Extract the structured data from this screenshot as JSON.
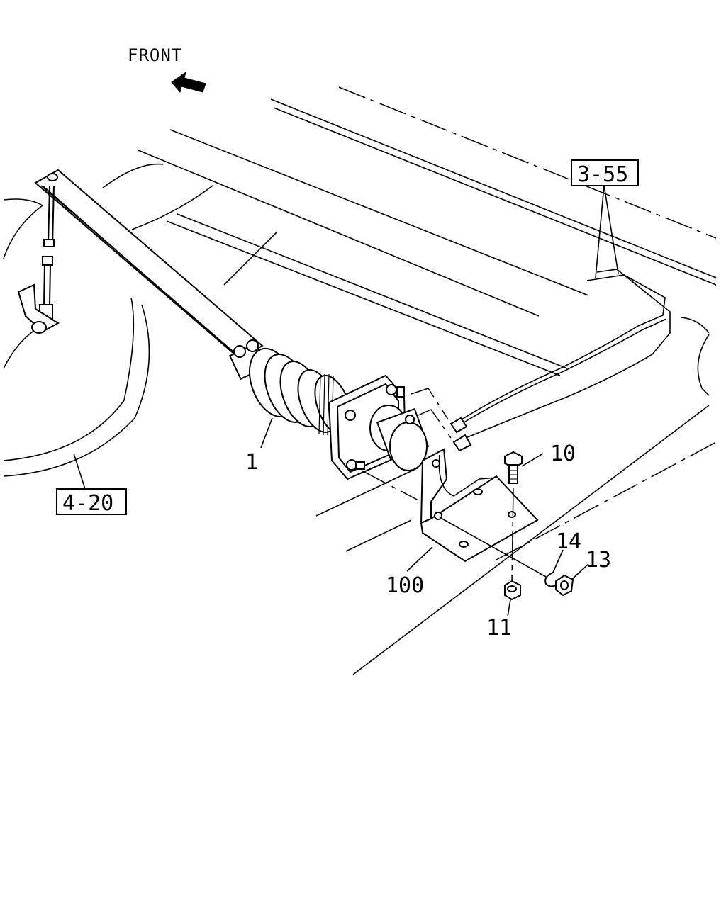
{
  "diagram": {
    "front_label": "FRONT",
    "references": {
      "ref_3_55": "3-55",
      "ref_4_20": "4-20"
    },
    "callouts": {
      "p1": "1",
      "p10": "10",
      "p11": "11",
      "p13": "13",
      "p14": "14",
      "p100": "100"
    }
  }
}
